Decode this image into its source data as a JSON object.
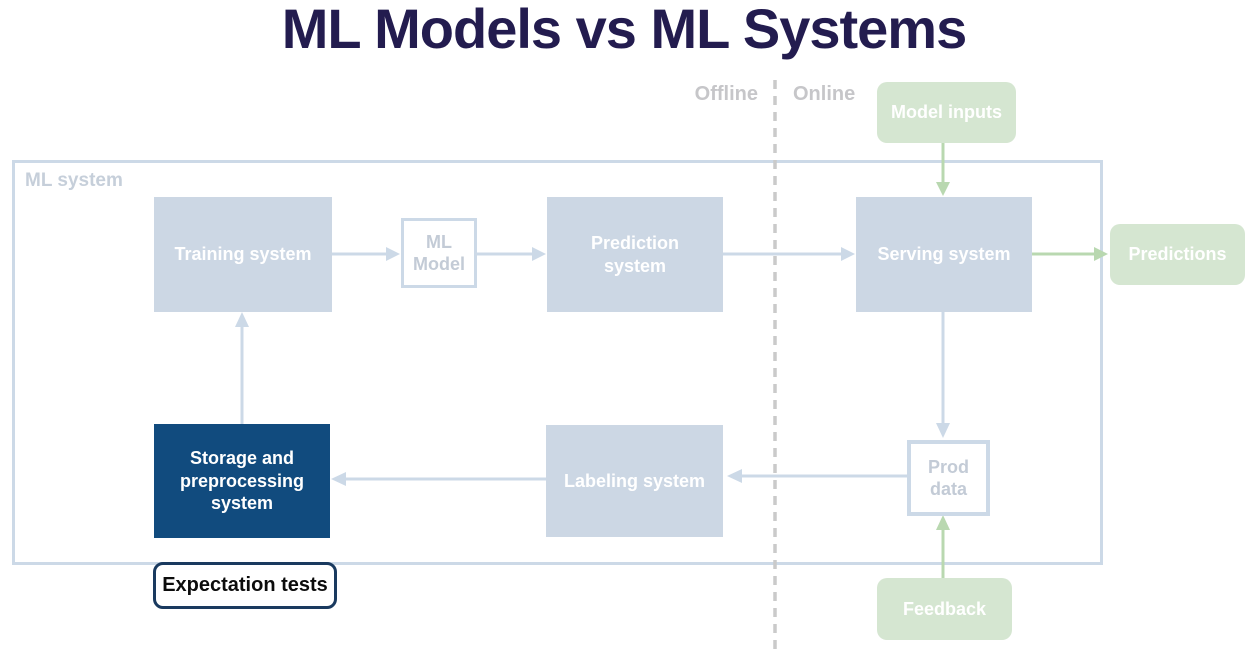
{
  "title": "ML Models vs ML Systems",
  "lanes": {
    "offline_label": "Offline",
    "online_label": "Online"
  },
  "system": {
    "label": "ML system"
  },
  "nodes": {
    "model_inputs": {
      "label": "Model inputs"
    },
    "training_system": {
      "label": "Training system"
    },
    "ml_model": {
      "label": "ML\nModel"
    },
    "prediction_system": {
      "label": "Prediction\nsystem"
    },
    "serving_system": {
      "label": "Serving system"
    },
    "predictions": {
      "label": "Predictions"
    },
    "storage_system": {
      "label": "Storage and\npreprocessing\nsystem"
    },
    "labeling_system": {
      "label": "Labeling system"
    },
    "prod_data": {
      "label": "Prod\ndata"
    },
    "feedback": {
      "label": "Feedback"
    }
  },
  "annotation": {
    "label": "Expectation tests"
  },
  "edges": [
    {
      "from": "training_system",
      "to": "ml_model",
      "color": "blue"
    },
    {
      "from": "ml_model",
      "to": "prediction_system",
      "color": "blue"
    },
    {
      "from": "prediction_system",
      "to": "serving_system",
      "color": "blue"
    },
    {
      "from": "serving_system",
      "to": "predictions",
      "color": "green"
    },
    {
      "from": "model_inputs",
      "to": "serving_system",
      "color": "green"
    },
    {
      "from": "serving_system",
      "to": "prod_data",
      "color": "blue"
    },
    {
      "from": "feedback",
      "to": "prod_data",
      "color": "green"
    },
    {
      "from": "prod_data",
      "to": "labeling_system",
      "color": "blue"
    },
    {
      "from": "labeling_system",
      "to": "storage_system",
      "color": "blue"
    },
    {
      "from": "storage_system",
      "to": "training_system",
      "color": "blue"
    }
  ],
  "colors": {
    "title-navy": "#231c4f",
    "box-fill": "#ccd7e4",
    "line-blue": "#ccd9e7",
    "dark-navy": "#114b7e",
    "green-fill": "#d5e6d1",
    "green-line": "#b9d8b0",
    "divider-gray": "#cacaca",
    "muted-label": "#c6c6c9",
    "muted-blue-label": "#c6cfda",
    "muted-blue-text": "#c3cbd6",
    "annotation-border": "#1a3a5f"
  }
}
